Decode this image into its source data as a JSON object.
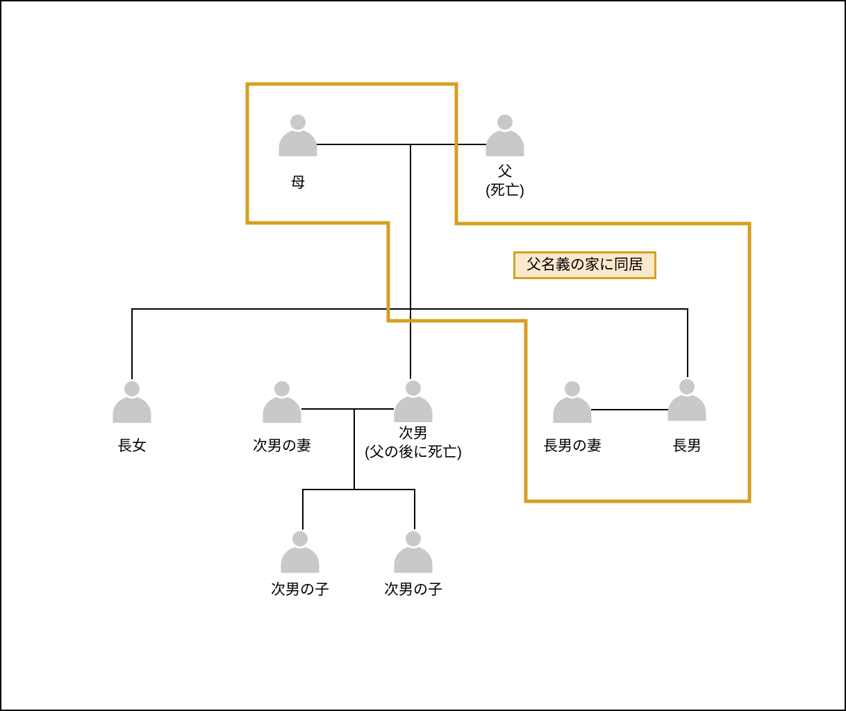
{
  "diagram": {
    "type": "family-tree",
    "colors": {
      "accent": "#D5A021",
      "annotation_fill": "#FCE8CC",
      "person_fill": "#C9C9C9",
      "line": "#000000",
      "background": "#FFFFFF",
      "border": "#000000"
    },
    "annotation": {
      "label": "父名義の家に同居"
    },
    "people": [
      {
        "id": "mother",
        "label": "母",
        "note": ""
      },
      {
        "id": "father",
        "label": "父",
        "note": "(死亡)"
      },
      {
        "id": "eldest-daughter",
        "label": "長女",
        "note": ""
      },
      {
        "id": "second-son-wife",
        "label": "次男の妻",
        "note": ""
      },
      {
        "id": "second-son",
        "label": "次男",
        "note": "(父の後に死亡)"
      },
      {
        "id": "eldest-son-wife",
        "label": "長男の妻",
        "note": ""
      },
      {
        "id": "eldest-son",
        "label": "長男",
        "note": ""
      },
      {
        "id": "second-son-child-1",
        "label": "次男の子",
        "note": ""
      },
      {
        "id": "second-son-child-2",
        "label": "次男の子",
        "note": ""
      }
    ],
    "relationships": {
      "top_couple": "母 — 父",
      "top_couple_children": [
        "長女",
        "次男",
        "長男"
      ],
      "second_couple": "次男の妻 — 次男",
      "second_couple_children": [
        "次男の子",
        "次男の子"
      ],
      "third_couple": "長男の妻 — 長男",
      "highlighted_region_members": [
        "母",
        "長男の妻",
        "長男"
      ]
    }
  }
}
